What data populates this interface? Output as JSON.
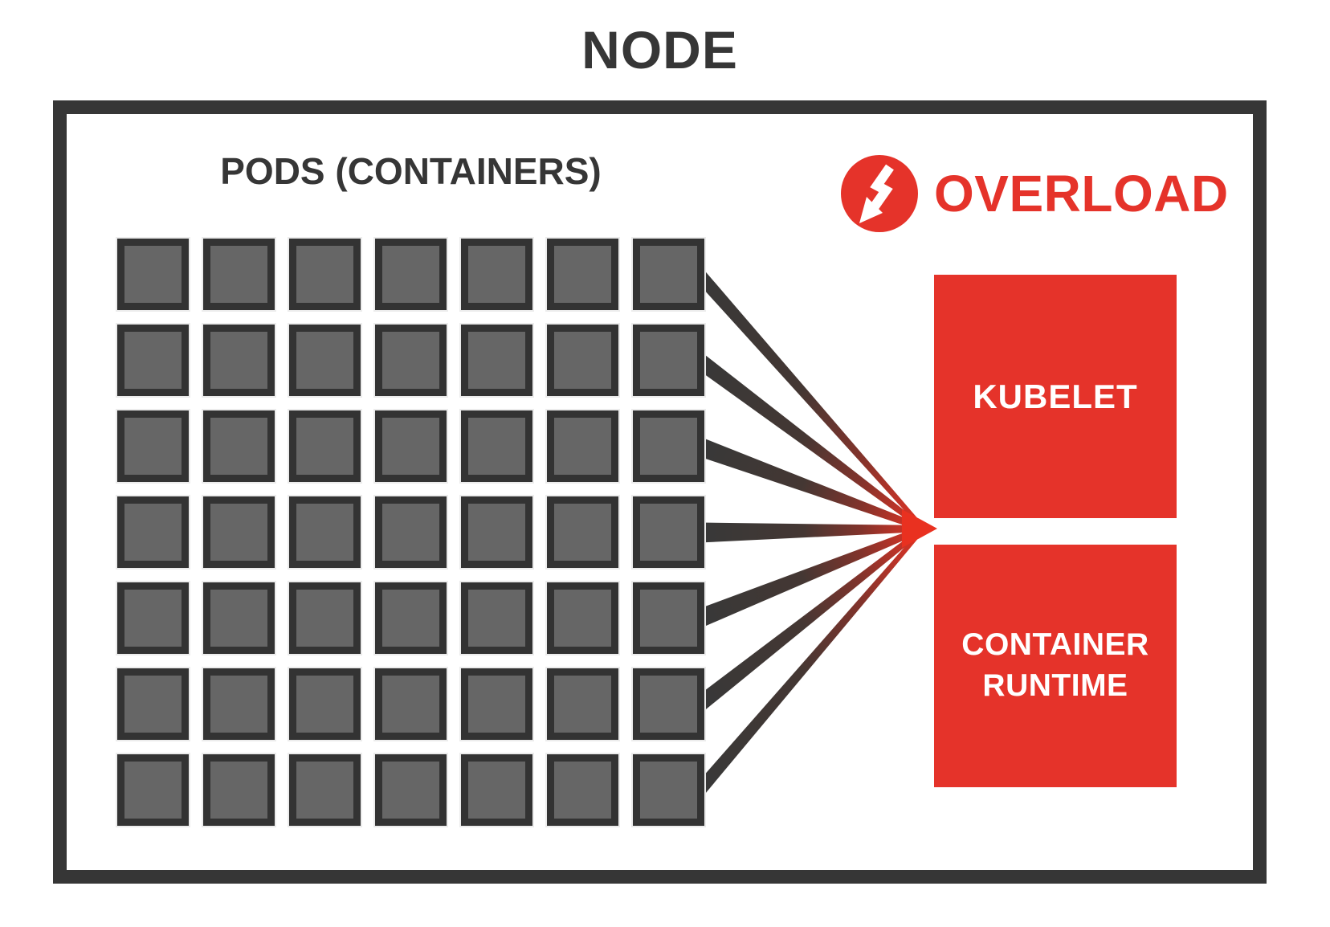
{
  "node": {
    "title": "NODE"
  },
  "pods": {
    "label": "PODS (CONTAINERS)",
    "rows": 7,
    "cols": 7,
    "count": 49
  },
  "overload": {
    "label": "OVERLOAD",
    "icon": "lightning-arrow-icon"
  },
  "components": {
    "kubelet": {
      "label": "KUBELET"
    },
    "container_runtime": {
      "label": "CONTAINER RUNTIME"
    }
  },
  "colors": {
    "accent_red": "#E5332A",
    "tip_red": "#E93120",
    "dark": "#363636",
    "pod_fill": "#666666",
    "pod_border": "#333333",
    "line_dark": "#383838"
  }
}
